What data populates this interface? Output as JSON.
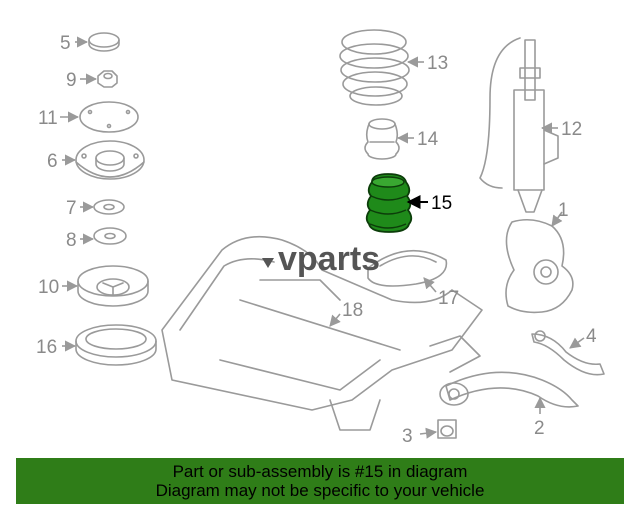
{
  "watermark": "vparts",
  "callouts": [
    {
      "id": "5",
      "label": "5"
    },
    {
      "id": "9",
      "label": "9"
    },
    {
      "id": "11",
      "label": "11"
    },
    {
      "id": "6",
      "label": "6"
    },
    {
      "id": "7",
      "label": "7"
    },
    {
      "id": "8",
      "label": "8"
    },
    {
      "id": "10",
      "label": "10"
    },
    {
      "id": "16",
      "label": "16"
    },
    {
      "id": "13",
      "label": "13"
    },
    {
      "id": "14",
      "label": "14"
    },
    {
      "id": "15",
      "label": "15"
    },
    {
      "id": "17",
      "label": "17"
    },
    {
      "id": "18",
      "label": "18"
    },
    {
      "id": "12",
      "label": "12"
    },
    {
      "id": "1",
      "label": "1"
    },
    {
      "id": "4",
      "label": "4"
    },
    {
      "id": "2",
      "label": "2"
    },
    {
      "id": "3",
      "label": "3"
    }
  ],
  "highlighted_part": "15",
  "colors": {
    "highlight": "#1f8a1a",
    "banner": "#2f7d18",
    "line": "#9a9a9a"
  },
  "banner": {
    "line1": "Part or sub-assembly is #15 in diagram",
    "line2": "Diagram may not be specific to your vehicle"
  }
}
